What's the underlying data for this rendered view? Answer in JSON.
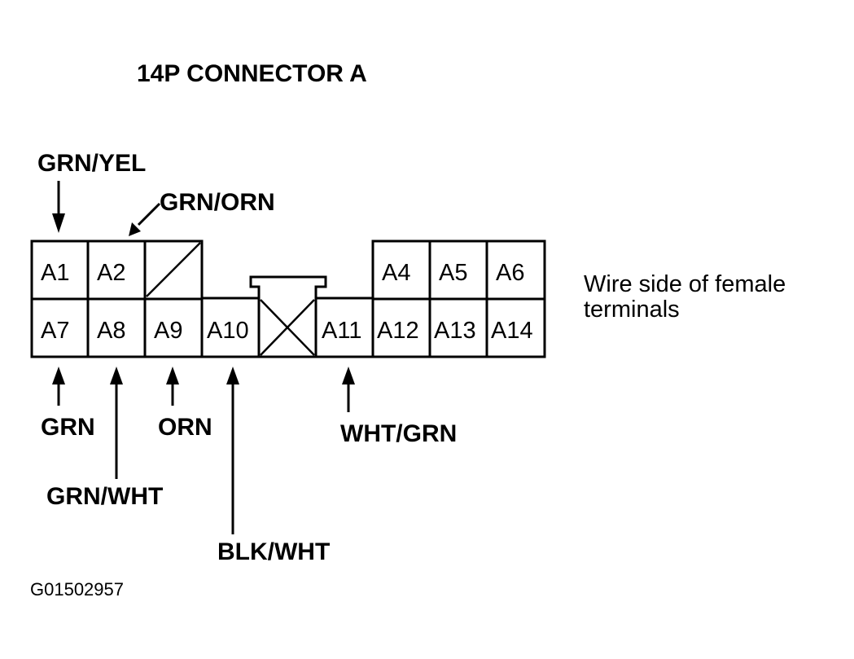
{
  "title": "14P CONNECTOR A",
  "note_line1": "Wire side of female",
  "note_line2": "terminals",
  "figure_code": "G01502957",
  "pins": {
    "A1": "A1",
    "A2": "A2",
    "A4": "A4",
    "A5": "A5",
    "A6": "A6",
    "A7": "A7",
    "A8": "A8",
    "A9": "A9",
    "A10": "A10",
    "A11": "A11",
    "A12": "A12",
    "A13": "A13",
    "A14": "A14"
  },
  "wires": {
    "A1": "GRN/YEL",
    "A2": "GRN/ORN",
    "A7": "GRN",
    "A8": "GRN/WHT",
    "A9": "ORN",
    "A10": "BLK/WHT",
    "A11": "WHT/GRN"
  }
}
